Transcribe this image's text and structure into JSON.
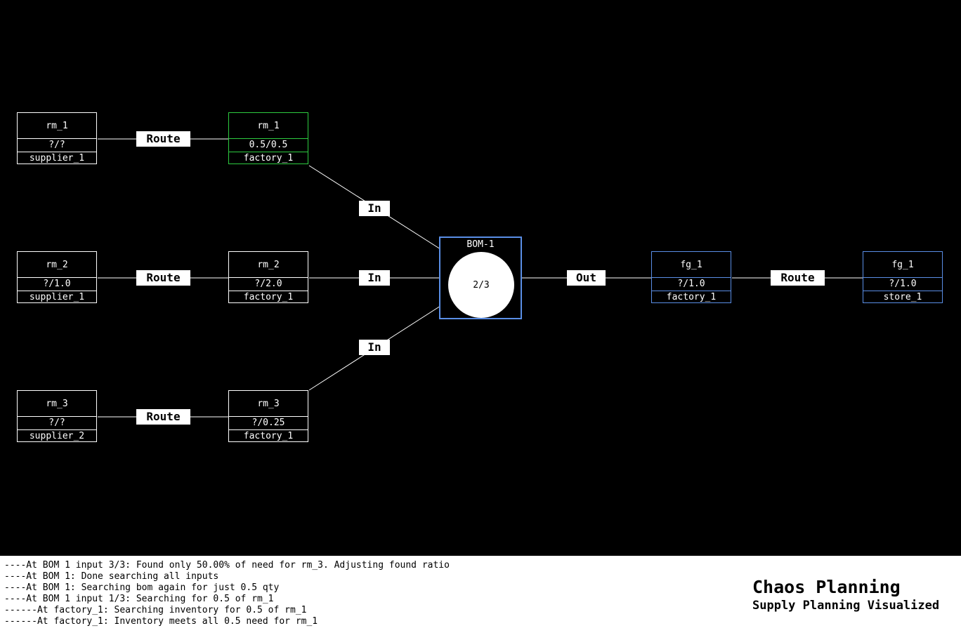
{
  "diagram": {
    "nodes": [
      {
        "id": "rm1_supplier",
        "title": "rm_1",
        "qty": "?/?",
        "location": "supplier_1"
      },
      {
        "id": "rm1_factory",
        "title": "rm_1",
        "qty": "0.5/0.5",
        "location": "factory_1"
      },
      {
        "id": "rm2_supplier",
        "title": "rm_2",
        "qty": "?/1.0",
        "location": "supplier_1"
      },
      {
        "id": "rm2_factory",
        "title": "rm_2",
        "qty": "?/2.0",
        "location": "factory_1"
      },
      {
        "id": "rm3_supplier",
        "title": "rm_3",
        "qty": "?/?",
        "location": "supplier_2"
      },
      {
        "id": "rm3_factory",
        "title": "rm_3",
        "qty": "?/0.25",
        "location": "factory_1"
      },
      {
        "id": "fg1_factory",
        "title": "fg_1",
        "qty": "?/1.0",
        "location": "factory_1"
      },
      {
        "id": "fg1_store",
        "title": "fg_1",
        "qty": "?/1.0",
        "location": "store_1"
      }
    ],
    "bom": {
      "title": "BOM-1",
      "progress": "2/3"
    },
    "edge_labels": {
      "route": "Route",
      "in": "In",
      "out": "Out"
    },
    "colors": {
      "background": "#000000",
      "active": "#2ecc40",
      "output": "#5a8ee6",
      "default": "#ffffff"
    }
  },
  "log": [
    "----At BOM 1 input 3/3: Found only 50.00% of need for rm_3. Adjusting found ratio",
    "----At BOM 1: Done searching all inputs",
    "----At BOM 1: Searching bom again for just 0.5 qty",
    "----At BOM 1 input 1/3: Searching for 0.5 of rm_1",
    "------At factory_1: Searching inventory for 0.5 of rm_1",
    "------At factory_1: Inventory meets all 0.5 need for rm_1"
  ],
  "branding": {
    "title": "Chaos Planning",
    "subtitle": "Supply Planning Visualized"
  }
}
